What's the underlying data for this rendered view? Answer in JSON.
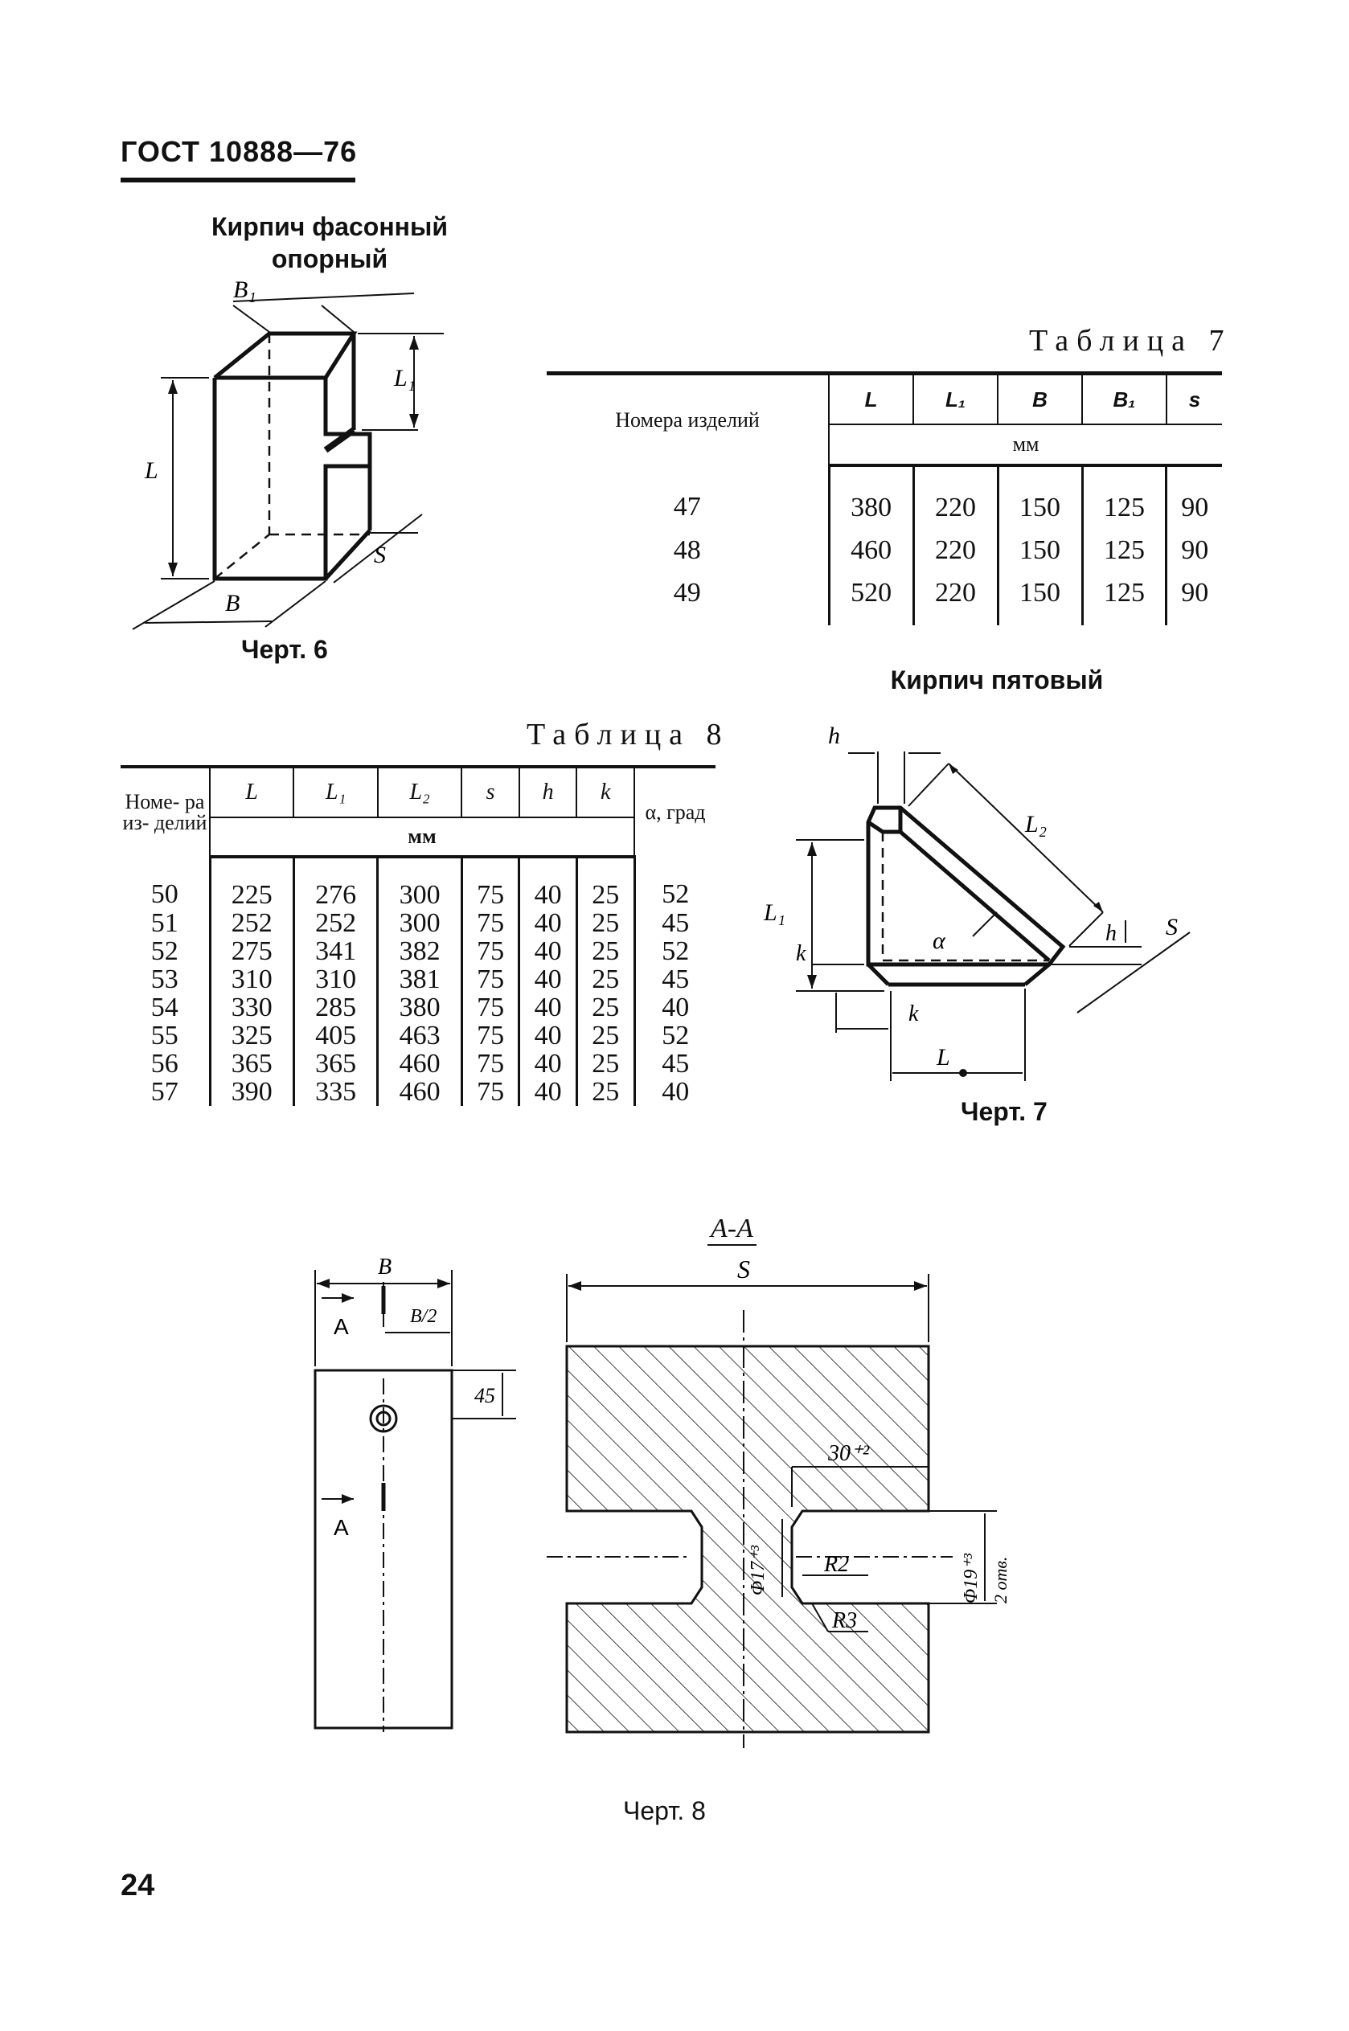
{
  "header": {
    "standard": "ГОСТ 10888—76"
  },
  "figure6": {
    "title_line1": "Кирпич фасонный",
    "title_line2": "опорный",
    "caption": "Черт. 6",
    "labels": {
      "b1": "B₁",
      "l1": "L₁",
      "l": "L",
      "b": "B",
      "s": "S"
    }
  },
  "table7": {
    "label": "Таблица 7",
    "col_item": "Номера изделий",
    "cols": [
      "L",
      "L₁",
      "B",
      "B₁",
      "s"
    ],
    "unit": "мм",
    "rows": [
      [
        "47",
        "380",
        "220",
        "150",
        "125",
        "90"
      ],
      [
        "48",
        "460",
        "220",
        "150",
        "125",
        "90"
      ],
      [
        "49",
        "520",
        "220",
        "150",
        "125",
        "90"
      ]
    ]
  },
  "figure7": {
    "title": "Кирпич пятовый",
    "caption": "Черт. 7",
    "labels": {
      "h": "h",
      "l2": "L₂",
      "l1": "L₁",
      "k": "k",
      "alpha": "α",
      "s": "S",
      "l": "L"
    }
  },
  "table8": {
    "label": "Таблица 8",
    "col_item": "Номе- ра из- делий",
    "cols": [
      "L",
      "L₁",
      "L₂",
      "s",
      "h",
      "k"
    ],
    "col_alpha": "α, град",
    "unit": "мм",
    "rows": [
      [
        "50",
        "225",
        "276",
        "300",
        "75",
        "40",
        "25",
        "52"
      ],
      [
        "51",
        "252",
        "252",
        "300",
        "75",
        "40",
        "25",
        "45"
      ],
      [
        "52",
        "275",
        "341",
        "382",
        "75",
        "40",
        "25",
        "52"
      ],
      [
        "53",
        "310",
        "310",
        "381",
        "75",
        "40",
        "25",
        "45"
      ],
      [
        "54",
        "330",
        "285",
        "380",
        "75",
        "40",
        "25",
        "40"
      ],
      [
        "55",
        "325",
        "405",
        "463",
        "75",
        "40",
        "25",
        "52"
      ],
      [
        "56",
        "365",
        "365",
        "460",
        "75",
        "40",
        "25",
        "45"
      ],
      [
        "57",
        "390",
        "335",
        "460",
        "75",
        "40",
        "25",
        "40"
      ]
    ]
  },
  "figure8": {
    "caption": "Черт. 8",
    "section_label": "A-A",
    "labels": {
      "b": "B",
      "b_half": "B/2",
      "a_top": "A",
      "a_bottom": "A",
      "d45": "45",
      "s": "S",
      "d30": "30⁺²",
      "r2": "R2",
      "phi17": "Φ17⁺³",
      "r3": "R3",
      "phi19": "Φ19⁺³",
      "holes": "2 отв."
    }
  },
  "page_number": "24"
}
